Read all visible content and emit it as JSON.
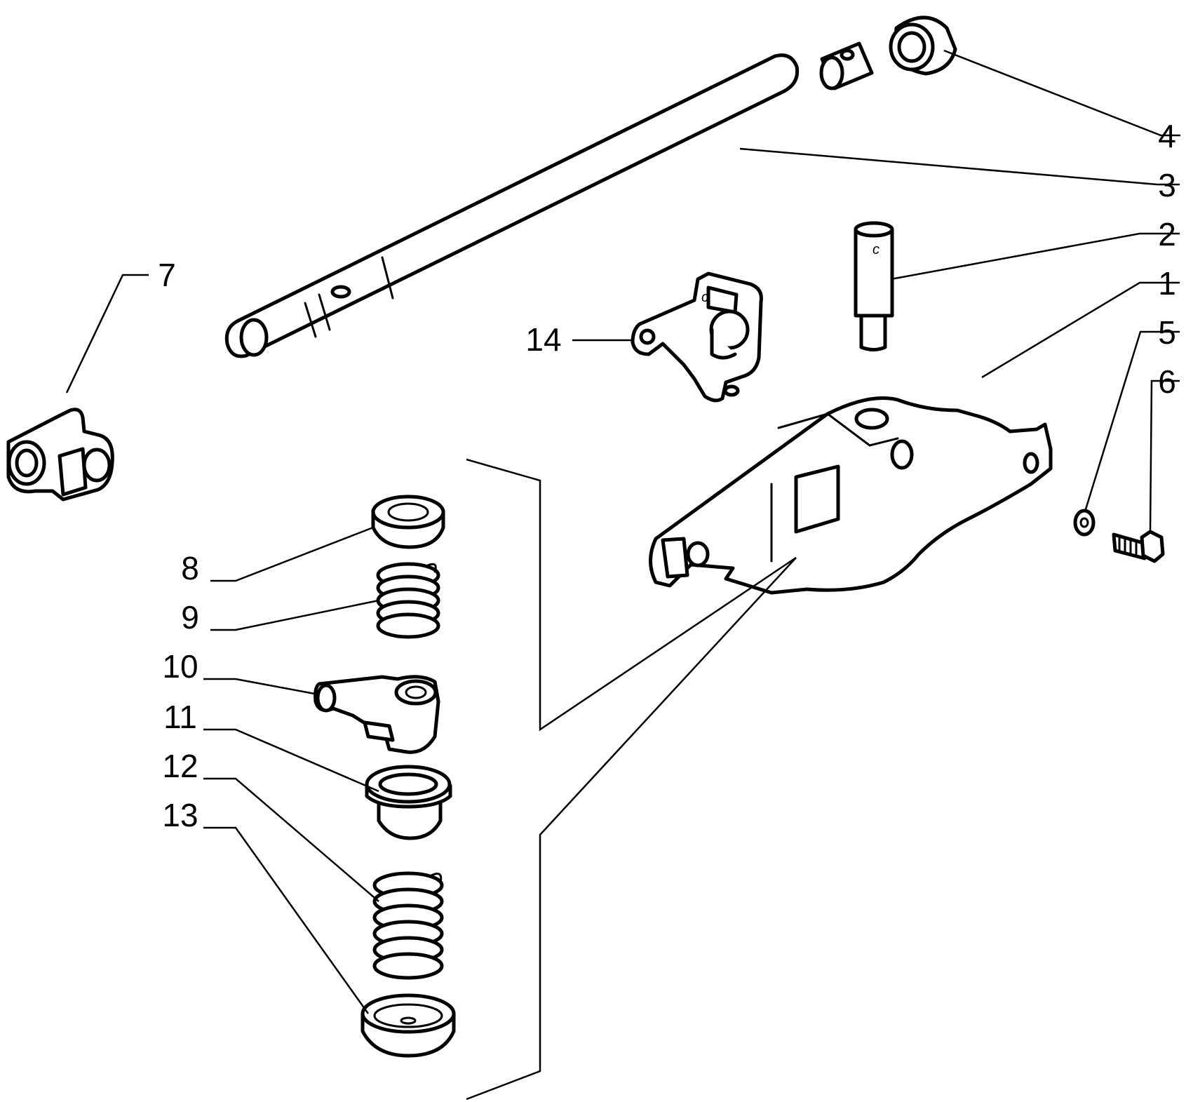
{
  "diagram": {
    "type": "exploded-parts-view",
    "line_color": "#000000",
    "background": "#ffffff",
    "callouts": [
      {
        "id": "1",
        "label": "1"
      },
      {
        "id": "2",
        "label": "2"
      },
      {
        "id": "3",
        "label": "3"
      },
      {
        "id": "4",
        "label": "4"
      },
      {
        "id": "5",
        "label": "5"
      },
      {
        "id": "6",
        "label": "6"
      },
      {
        "id": "7",
        "label": "7"
      },
      {
        "id": "8",
        "label": "8"
      },
      {
        "id": "9",
        "label": "9"
      },
      {
        "id": "10",
        "label": "10"
      },
      {
        "id": "11",
        "label": "11"
      },
      {
        "id": "12",
        "label": "12"
      },
      {
        "id": "13",
        "label": "13"
      },
      {
        "id": "14",
        "label": "14"
      }
    ],
    "part_markings": {
      "pin": "c",
      "bracket": "c"
    }
  }
}
